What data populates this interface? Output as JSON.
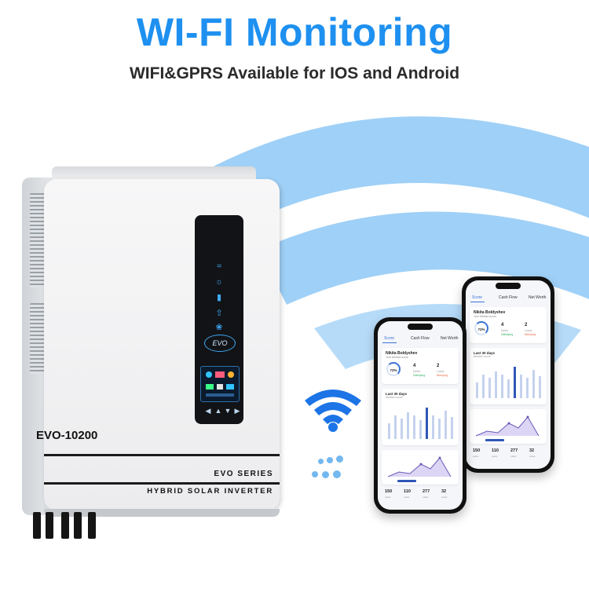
{
  "header": {
    "title": "WI-FI Monitoring",
    "subtitle": "WIFI&GPRS Available for IOS and Android"
  },
  "inverter": {
    "model": "EVO-10200",
    "series": "EVO SERIES",
    "description": "HYBRID SOLAR INVERTER",
    "panel_logo": "EVO"
  },
  "colors": {
    "title_blue": "#1e90f0",
    "wifi_light": "#9fd0f7",
    "wifi_icon": "#1c74e6",
    "app_accent": "#3c74d6"
  },
  "app": {
    "tabs": [
      "Score",
      "Cash Flow",
      "Net Worth"
    ],
    "user_name": "Nikita Boldyshev",
    "user_role": "Your Median score",
    "ring_value": "72%",
    "stats": [
      {
        "value": "4",
        "label": "Debts",
        "status": "Satisfying",
        "status_color": "#2eb35a"
      },
      {
        "value": "2",
        "label": "Loans",
        "status": "Worrying",
        "status_color": "#e8623c"
      }
    ],
    "chart_title": "Last 30 days",
    "chart_subtitle": "Medium score",
    "footer": [
      {
        "value": "150",
        "label": "Label"
      },
      {
        "value": "110",
        "label": "Label"
      },
      {
        "value": "277",
        "label": "Label"
      },
      {
        "value": "32",
        "label": "Label"
      }
    ]
  }
}
